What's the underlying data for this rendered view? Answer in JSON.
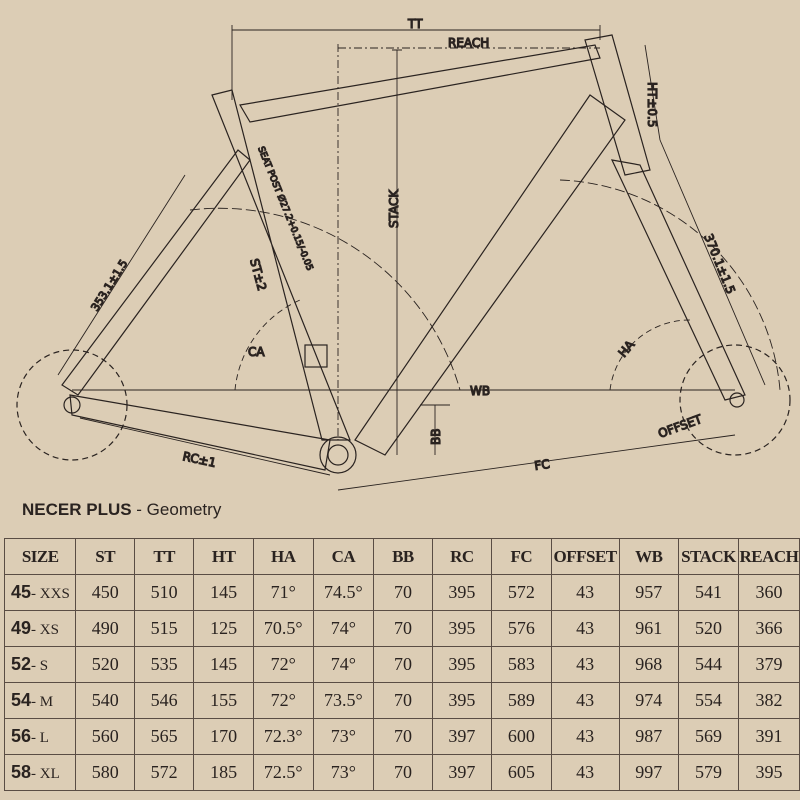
{
  "diagram": {
    "labels": {
      "tt": "TT",
      "reach": "REACH",
      "ht": "HT±0.5",
      "fork": "370.1±1.5",
      "stack": "STACK",
      "st": "ST±2",
      "seatstay": "353.1±1.5",
      "seatpost": "SEAT POST Ø27.2+0.15/-0.05",
      "ca": "CA",
      "ha": "HA",
      "wb": "WB",
      "bb": "BB",
      "rc": "RC±1",
      "fc": "FC",
      "offset": "OFFSET"
    }
  },
  "title": {
    "brand": "NECER PLUS",
    "suffix": " - Geometry"
  },
  "table": {
    "headers": [
      "SIZE",
      "ST",
      "TT",
      "HT",
      "HA",
      "CA",
      "BB",
      "RC",
      "FC",
      "OFFSET",
      "WB",
      "STACK",
      "REACH"
    ],
    "rows": [
      {
        "num": "45",
        "label": "- XXS",
        "values": [
          "450",
          "510",
          "145",
          "71°",
          "74.5°",
          "70",
          "395",
          "572",
          "43",
          "957",
          "541",
          "360"
        ]
      },
      {
        "num": "49",
        "label": "- XS",
        "values": [
          "490",
          "515",
          "125",
          "70.5°",
          "74°",
          "70",
          "395",
          "576",
          "43",
          "961",
          "520",
          "366"
        ]
      },
      {
        "num": "52",
        "label": "- S",
        "values": [
          "520",
          "535",
          "145",
          "72°",
          "74°",
          "70",
          "395",
          "583",
          "43",
          "968",
          "544",
          "379"
        ]
      },
      {
        "num": "54",
        "label": "- M",
        "values": [
          "540",
          "546",
          "155",
          "72°",
          "73.5°",
          "70",
          "395",
          "589",
          "43",
          "974",
          "554",
          "382"
        ]
      },
      {
        "num": "56",
        "label": "- L",
        "values": [
          "560",
          "565",
          "170",
          "72.3°",
          "73°",
          "70",
          "397",
          "600",
          "43",
          "987",
          "569",
          "391"
        ]
      },
      {
        "num": "58",
        "label": "- XL",
        "values": [
          "580",
          "572",
          "185",
          "72.5°",
          "73°",
          "70",
          "397",
          "605",
          "43",
          "997",
          "579",
          "395"
        ]
      }
    ]
  }
}
